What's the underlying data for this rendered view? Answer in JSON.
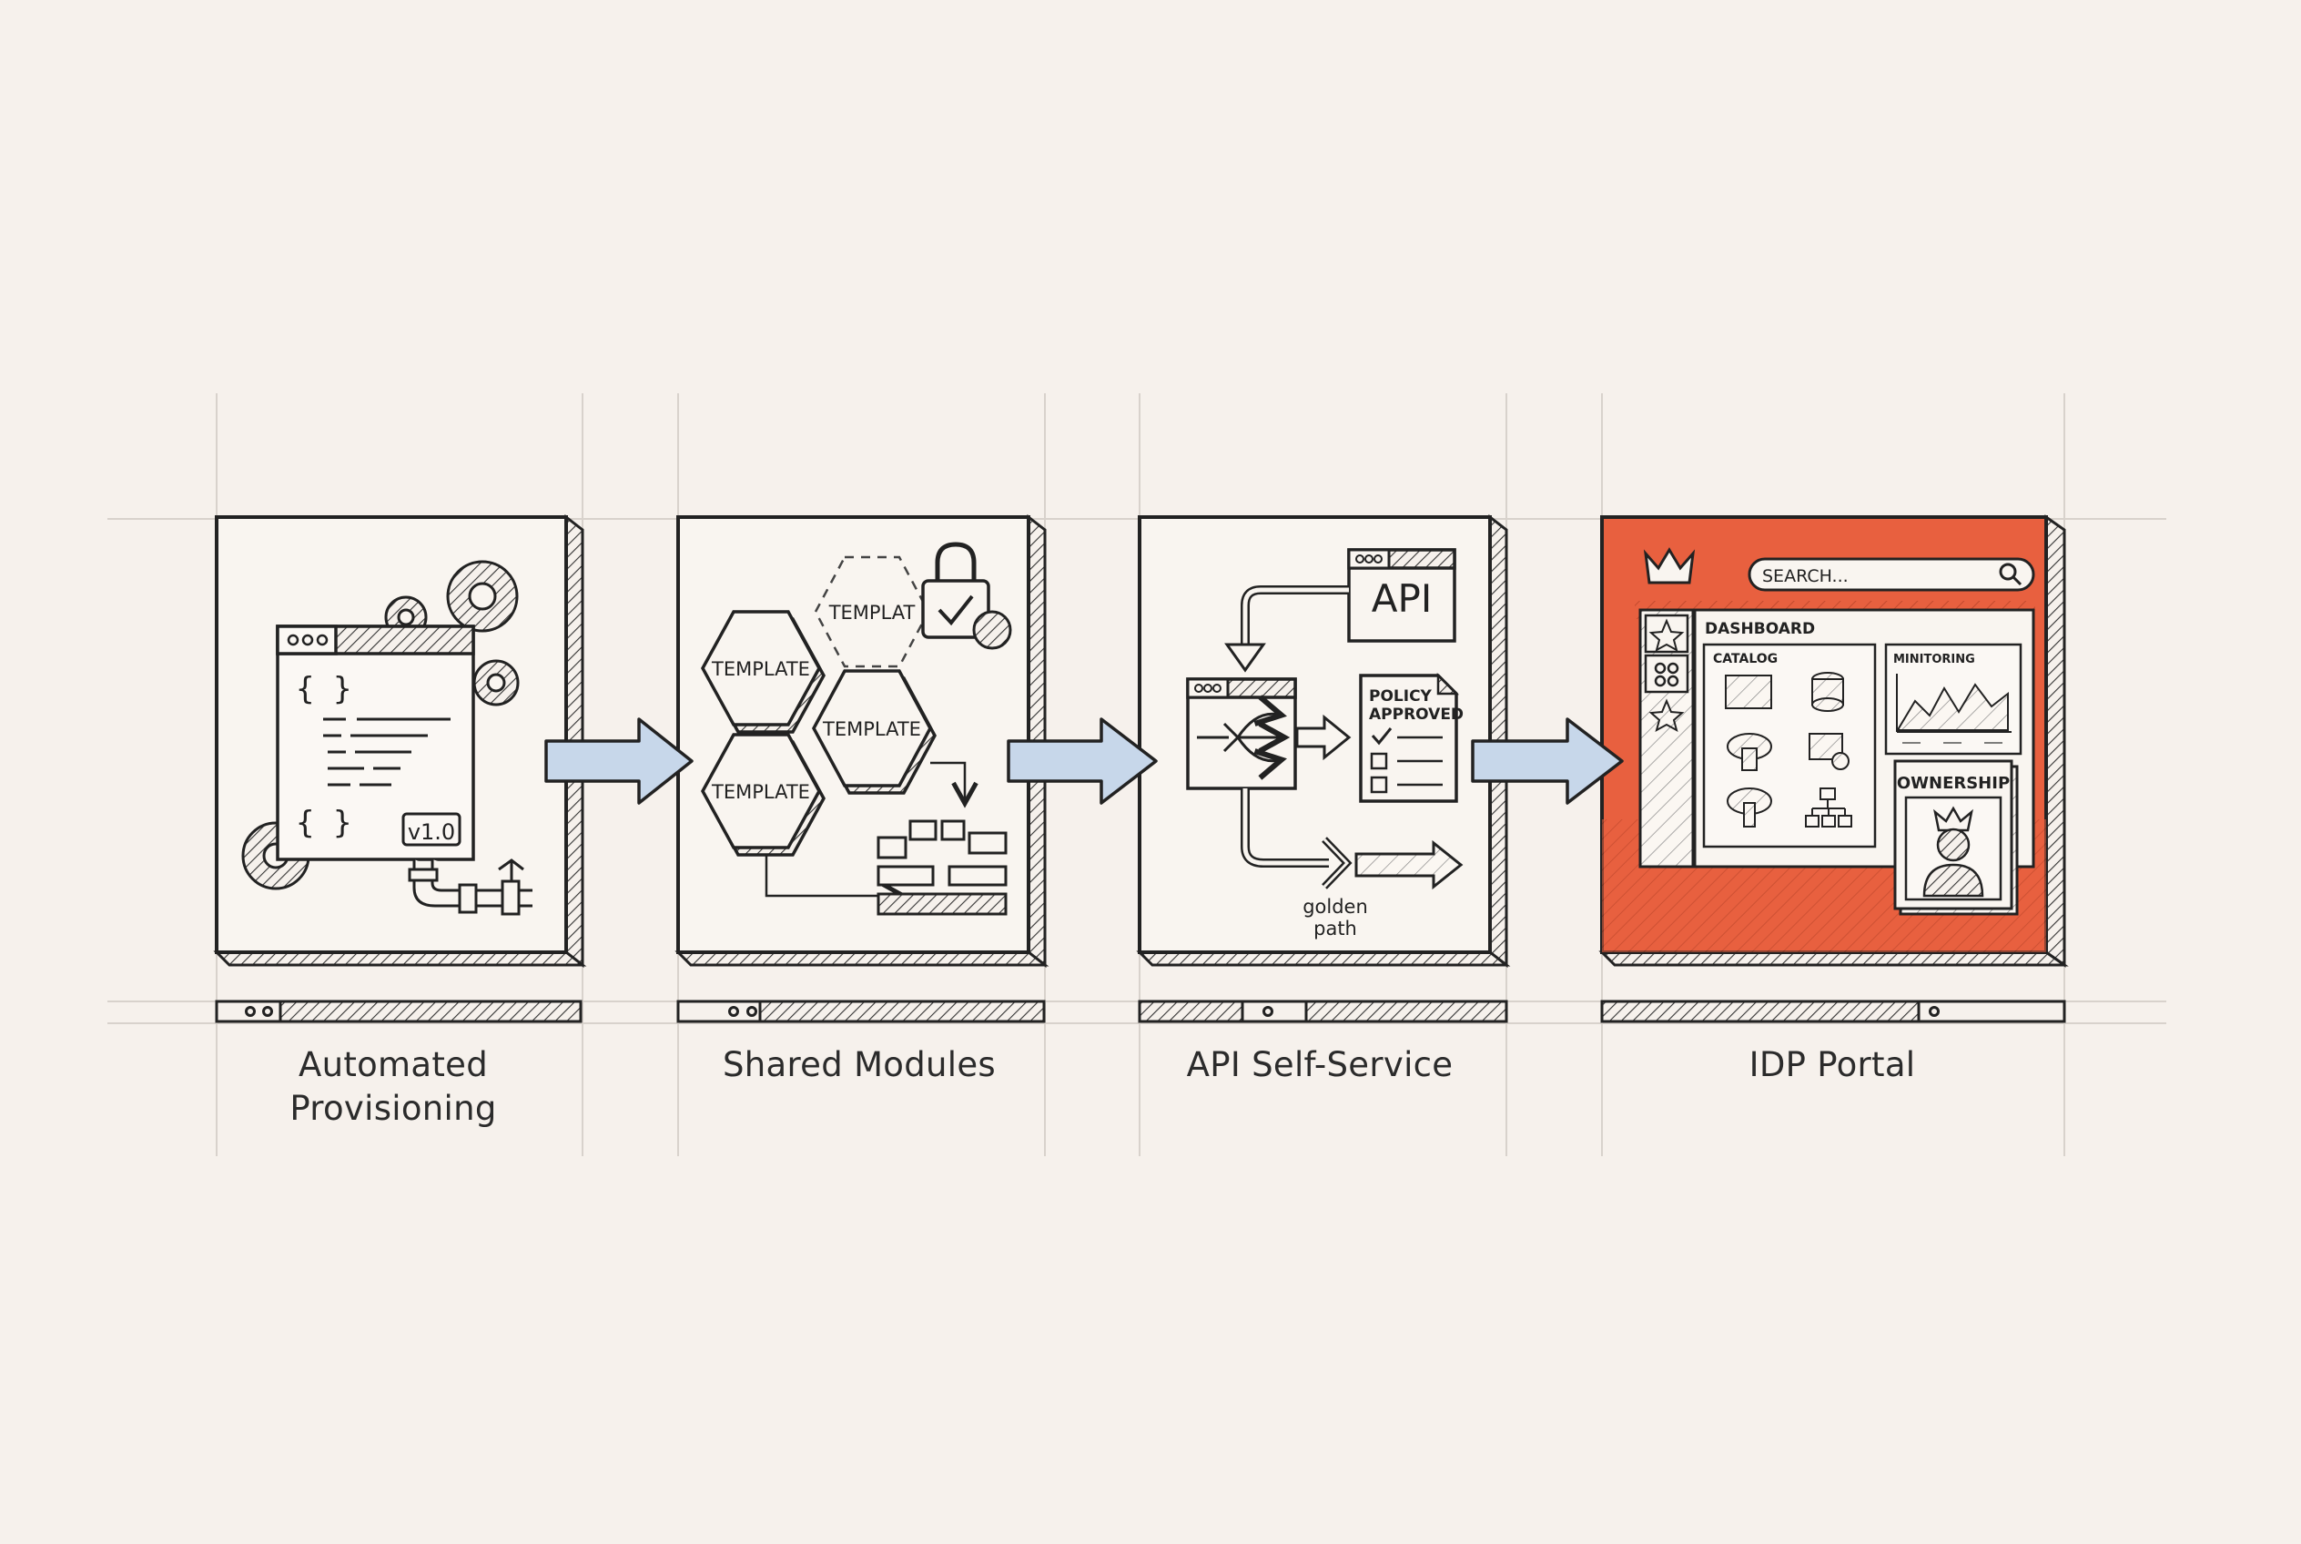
{
  "stages": [
    {
      "id": "automated-provisioning",
      "title_line1": "Automated",
      "title_line2": "Provisioning",
      "version_badge": "v1.0",
      "code_brace_open": "{ }",
      "code_brace_close": "{ }"
    },
    {
      "id": "shared-modules",
      "title": "Shared Modules",
      "template_labels": [
        "TEMPLATE",
        "TEMPLATE",
        "TEMPLATE"
      ],
      "faded_template_label": "TEMPLAT"
    },
    {
      "id": "api-self-service",
      "title": "API Self-Service",
      "api_label": "API",
      "policy_line1": "POLICY",
      "policy_line2": "APPROVED",
      "golden_path_line1": "golden",
      "golden_path_line2": "path"
    },
    {
      "id": "idp-portal",
      "title": "IDP Portal",
      "search_placeholder": "SEARCH...",
      "dashboard_label": "DASHBOARD",
      "catalog_label": "CATALOG",
      "monitoring_label": "MINITORING",
      "ownership_label": "OWNERSHIP",
      "highlight_color": "#e8603f"
    }
  ],
  "colors": {
    "background": "#f6f1ec",
    "ink": "#222222",
    "arrow_fill": "#c7d7ea",
    "accent": "#e8603f"
  }
}
